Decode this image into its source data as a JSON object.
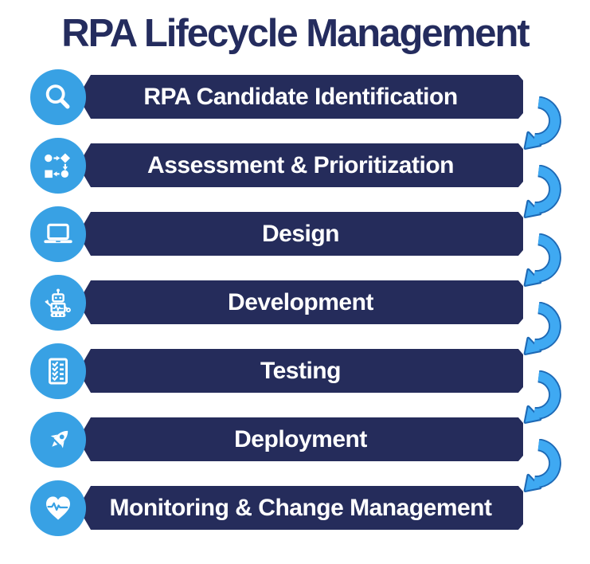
{
  "title": "RPA Lifecycle Management",
  "colors": {
    "banner_navy": "#252C5B",
    "title_navy": "#242C5E",
    "badge_blue": "#38A1E4",
    "arrow_fill": "#3FA9F2",
    "arrow_outline": "#1D69B5",
    "label_white": "#FFFFFF"
  },
  "steps": [
    {
      "label": "RPA Candidate Identification",
      "icon": "search-icon"
    },
    {
      "label": "Assessment & Prioritization",
      "icon": "workflow-icon"
    },
    {
      "label": "Design",
      "icon": "laptop-icon"
    },
    {
      "label": "Development",
      "icon": "robot-icon"
    },
    {
      "label": "Testing",
      "icon": "checklist-icon"
    },
    {
      "label": "Deployment",
      "icon": "rocket-icon"
    },
    {
      "label": "Monitoring & Change Management",
      "icon": "heart-pulse-icon"
    }
  ],
  "arrows": {
    "count": 6,
    "direction": "down",
    "between": "consecutive steps"
  }
}
